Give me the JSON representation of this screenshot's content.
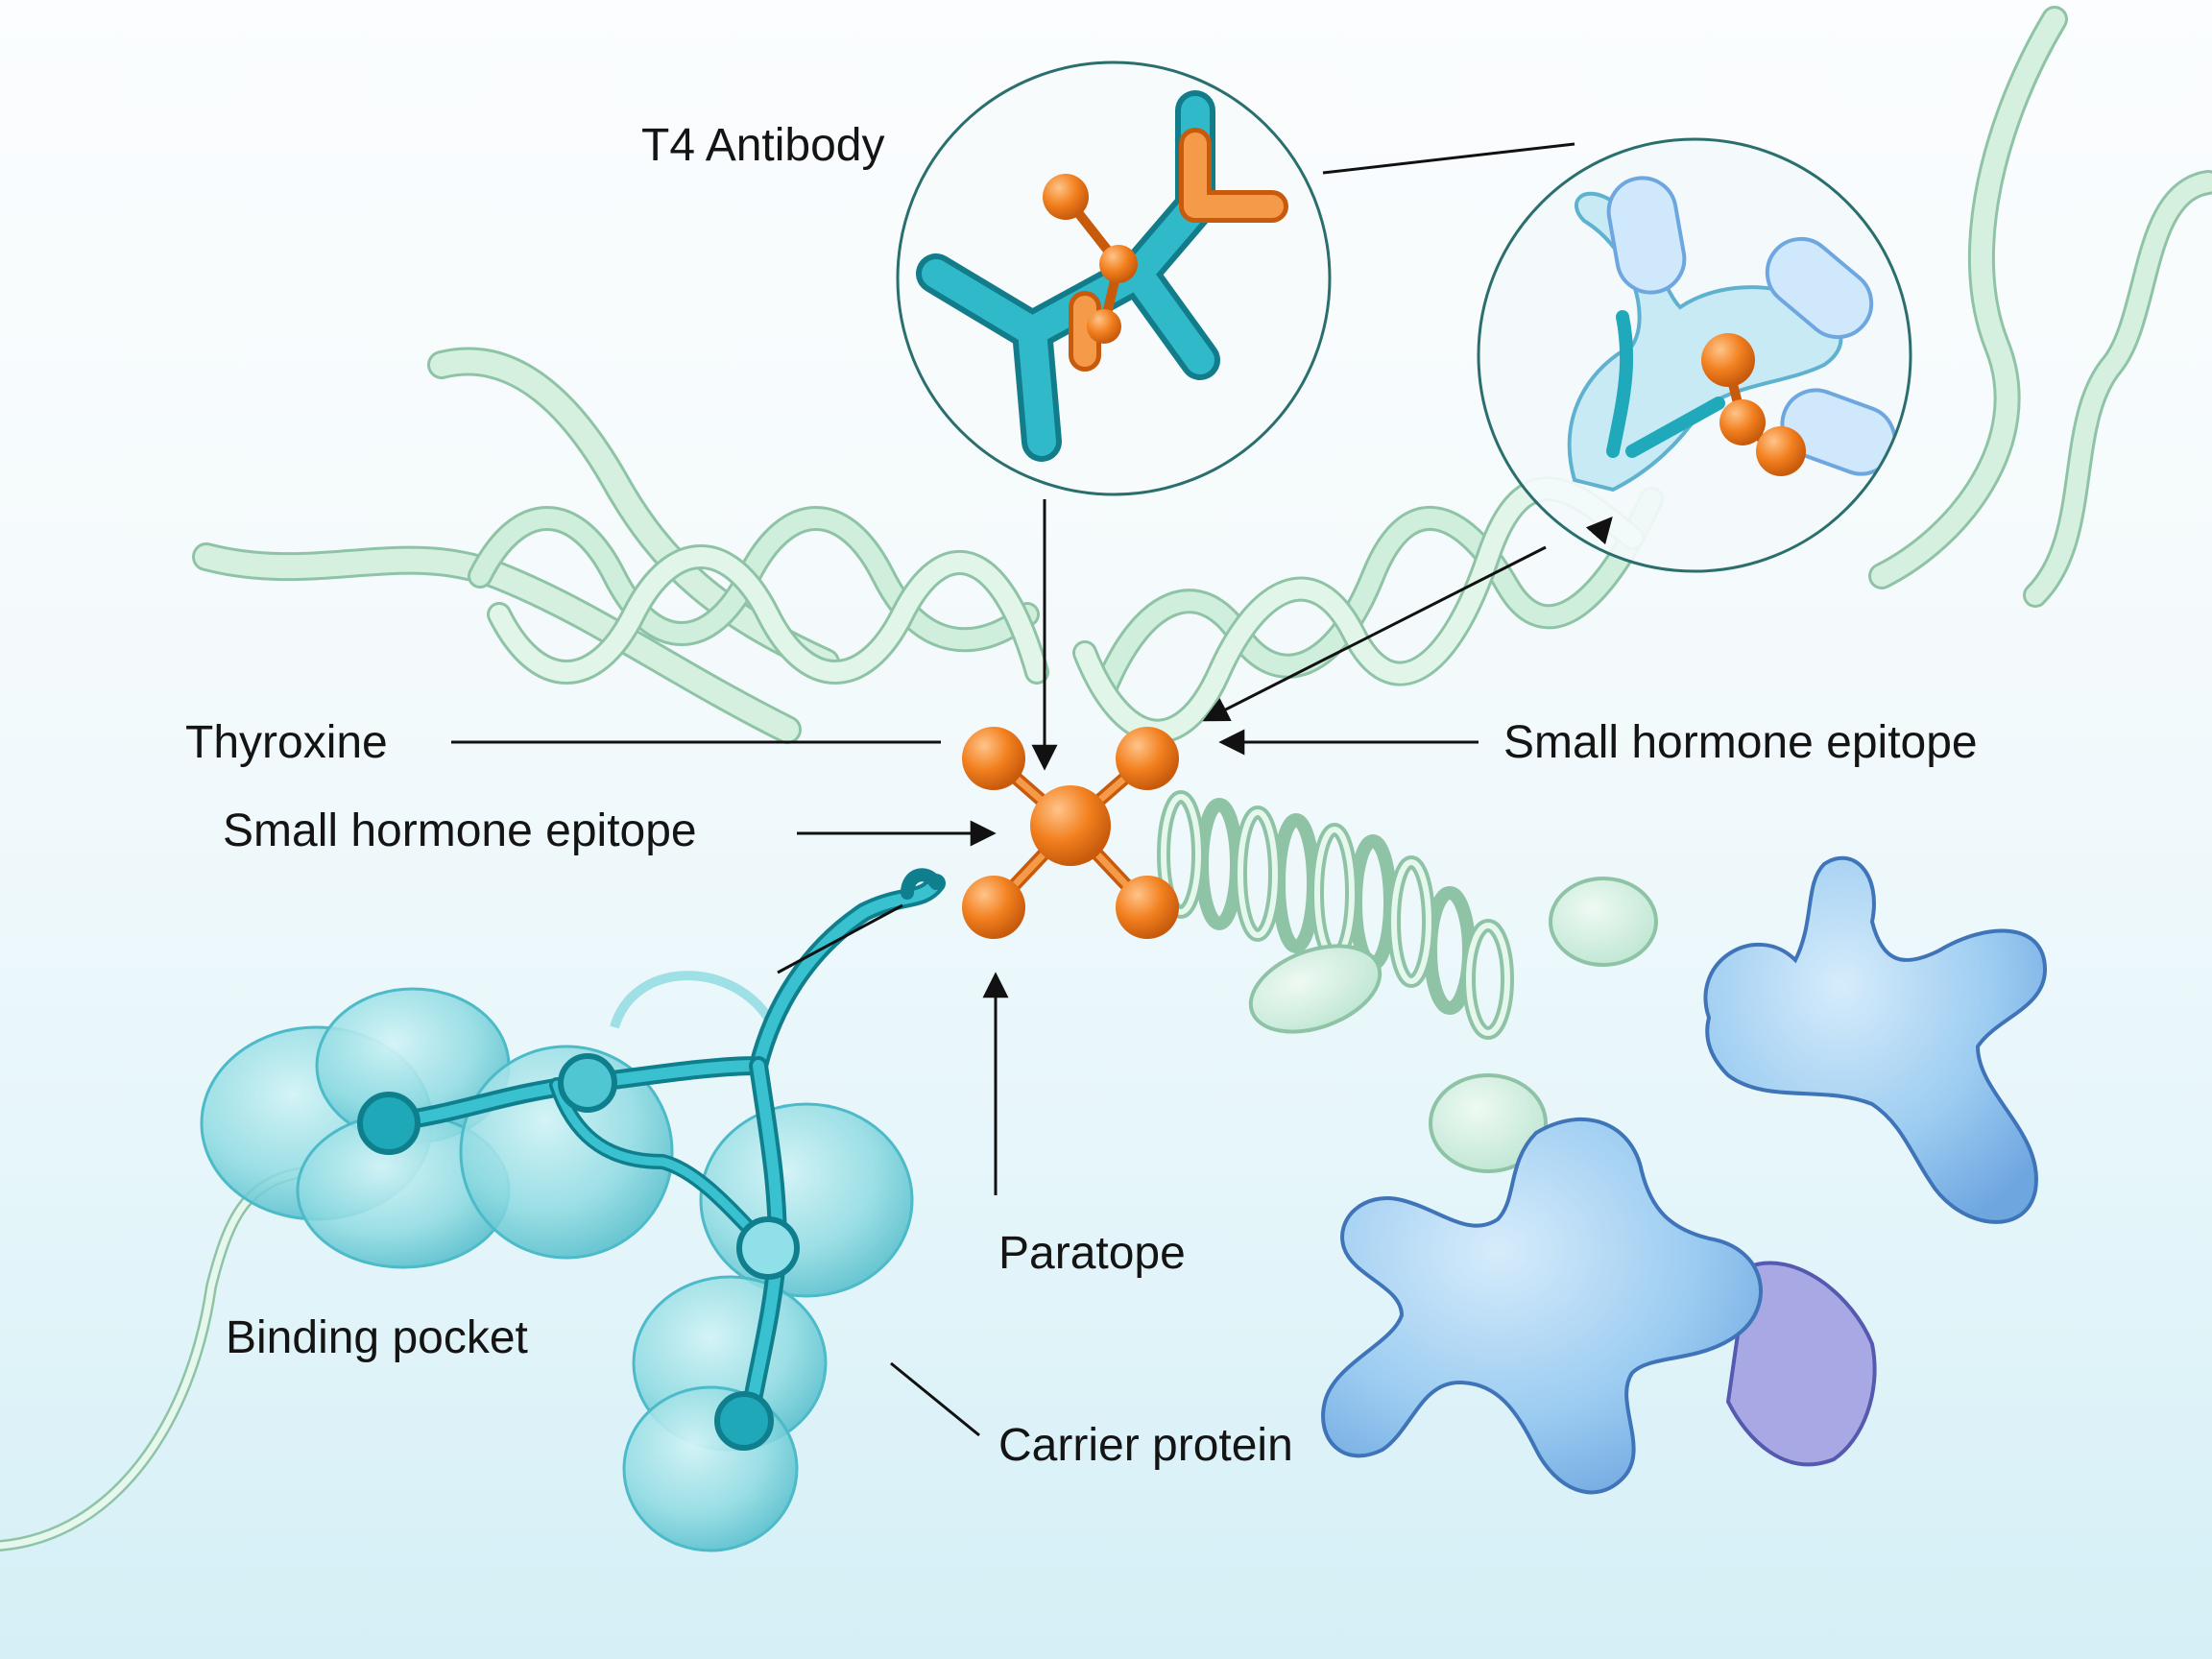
{
  "labels": {
    "t4_antibody": "T4 Antibody",
    "thyroxine": "Thyroxine",
    "small_hormone_epitope_left": "Small hormone epitope",
    "small_hormone_epitope_right": "Small hormone epitope",
    "paratope": "Paratope",
    "binding_pocket": "Binding pocket",
    "carrier_protein": "Carrier protein"
  },
  "colors": {
    "helix": "#bfe3cc",
    "helix_edge": "#8fc3a6",
    "hormone": "#f07a22",
    "teal": "#1fa9bb",
    "teal_dark": "#0f7f8e",
    "carrier_blob": "#7fd3dc",
    "antibody_blue": "#8cc2ee",
    "antibody_edge": "#3f74b8",
    "inset_ring": "#2a6f6d",
    "arrow": "#111111"
  }
}
